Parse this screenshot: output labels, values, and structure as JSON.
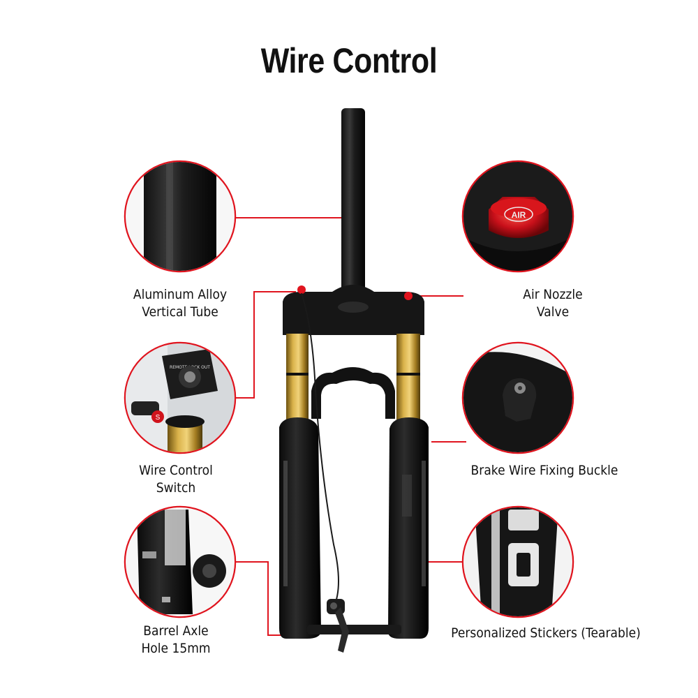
{
  "title": "Wire Control",
  "accent_color": "#e0141e",
  "gold_color": "#c8a02a",
  "features": [
    {
      "id": "tube",
      "lines": [
        "Aluminum Alloy",
        "Vertical Tube"
      ]
    },
    {
      "id": "air",
      "lines": [
        "Air Nozzle",
        "Valve"
      ]
    },
    {
      "id": "switch",
      "lines": [
        "Wire Control",
        "Switch"
      ]
    },
    {
      "id": "buckle",
      "lines": [
        "Brake Wire Fixing Buckle"
      ]
    },
    {
      "id": "axle",
      "lines": [
        "Barrel Axle",
        "Hole 15mm"
      ]
    },
    {
      "id": "stickers",
      "lines": [
        "Personalized Stickers (Tearable)"
      ]
    }
  ],
  "icons": {
    "valve_cap_label": "AIR",
    "switch_label_small": "REMOTE LOCK OUT",
    "switch_lever_badge": "S"
  }
}
